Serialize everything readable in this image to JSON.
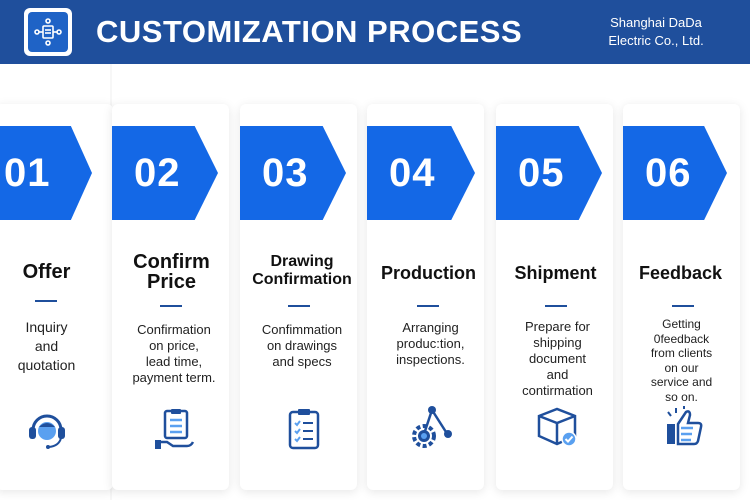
{
  "header": {
    "title": "CUSTOMIZATION PROCESS",
    "company_line1": "Shanghai DaDa",
    "company_line2": "Electric Co., Ltd.",
    "logo_icon": "people-network-icon"
  },
  "colors": {
    "header_bg": "#1f4f9c",
    "arrow_blue": "#1468e6",
    "icon_blue": "#1f4f9c",
    "icon_light": "#5aa0f0"
  },
  "steps": [
    {
      "number": "01",
      "title": "Offer",
      "title_line2": "",
      "desc": [
        "Inquiry",
        "and",
        "quotation"
      ],
      "icon": "headset-support-icon"
    },
    {
      "number": "02",
      "title": "Confirm",
      "title_line2": "Price",
      "desc": [
        "Confirmation",
        "on price,",
        "lead time,",
        "payment term."
      ],
      "icon": "clipboard-hand-icon"
    },
    {
      "number": "03",
      "title": "Drawing",
      "title_line2": "Confirmation",
      "desc": [
        "Confimmation",
        "on drawings",
        "and specs"
      ],
      "icon": "checklist-icon"
    },
    {
      "number": "04",
      "title": "Production",
      "title_line2": "",
      "desc": [
        "Arranging",
        "produc:tion,",
        "inspections."
      ],
      "icon": "gear-network-icon"
    },
    {
      "number": "05",
      "title": "Shipment",
      "title_line2": "",
      "desc": [
        "Prepare for",
        "shipping",
        "document",
        "and",
        "contirmation"
      ],
      "icon": "package-check-icon"
    },
    {
      "number": "06",
      "title": "Feedback",
      "title_line2": "",
      "desc": [
        "Getting",
        "0feedback",
        "from clients",
        "on our",
        "service and",
        "so on."
      ],
      "icon": "thumbs-up-icon"
    }
  ]
}
